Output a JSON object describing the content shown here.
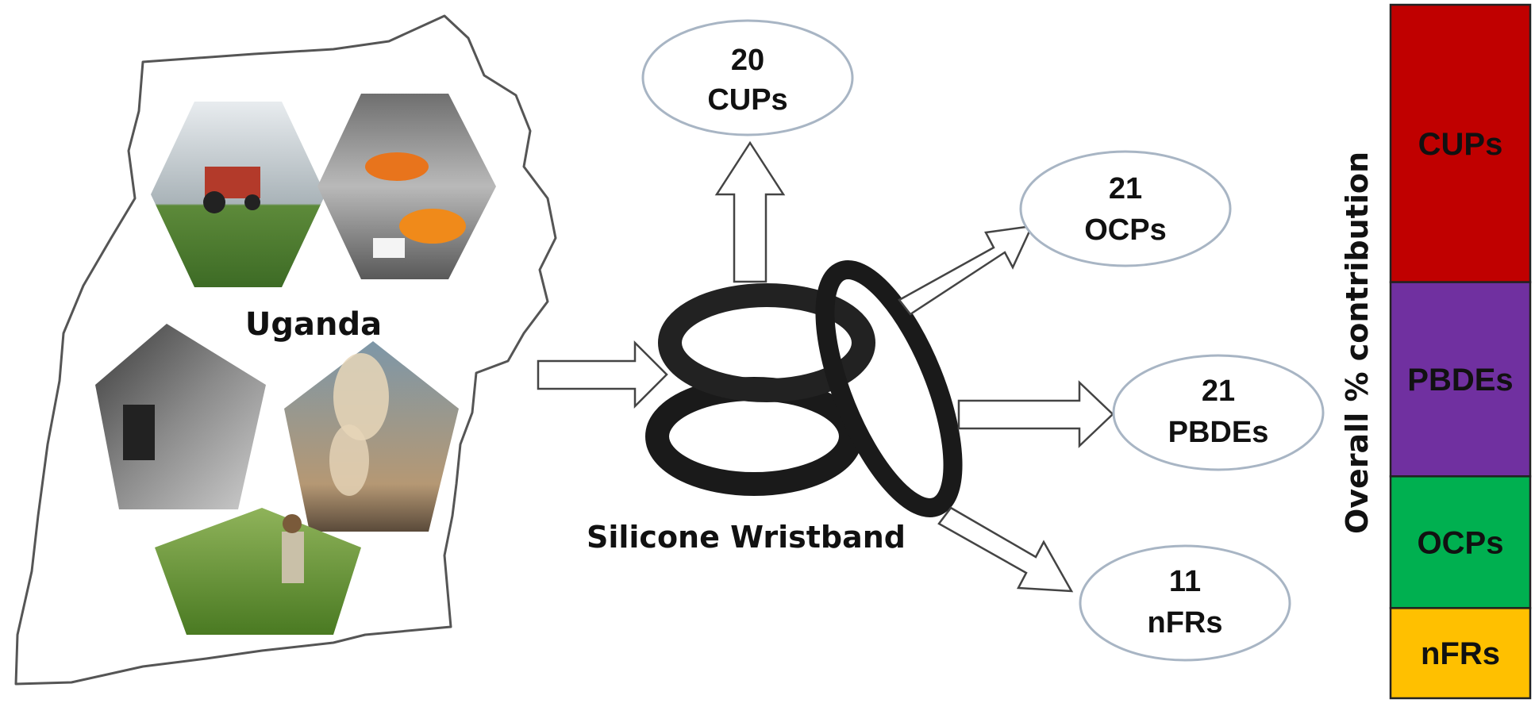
{
  "map": {
    "label": "Uganda"
  },
  "wristband": {
    "label": "Silicone Wristband"
  },
  "outputs": [
    {
      "count": "20",
      "name": "CUPs"
    },
    {
      "count": "21",
      "name": "OCPs"
    },
    {
      "count": "21",
      "name": "PBDEs"
    },
    {
      "count": "11",
      "name": "nFRs"
    }
  ],
  "contribution": {
    "axis_label": "Overall % contribution",
    "segments": [
      {
        "name": "CUPs",
        "fraction": 0.4,
        "color": "#c00000"
      },
      {
        "name": "PBDEs",
        "fraction": 0.28,
        "color": "#7030a0"
      },
      {
        "name": "OCPs",
        "fraction": 0.19,
        "color": "#00b050"
      },
      {
        "name": "nFRs",
        "fraction": 0.13,
        "color": "#ffc000"
      }
    ]
  },
  "source_images": [
    {
      "name": "tractor-spraying-icon"
    },
    {
      "name": "waste-burning-icon"
    },
    {
      "name": "vehicle-exhaust-icon"
    },
    {
      "name": "industrial-smoke-icon"
    },
    {
      "name": "backpack-spraying-icon"
    }
  ]
}
